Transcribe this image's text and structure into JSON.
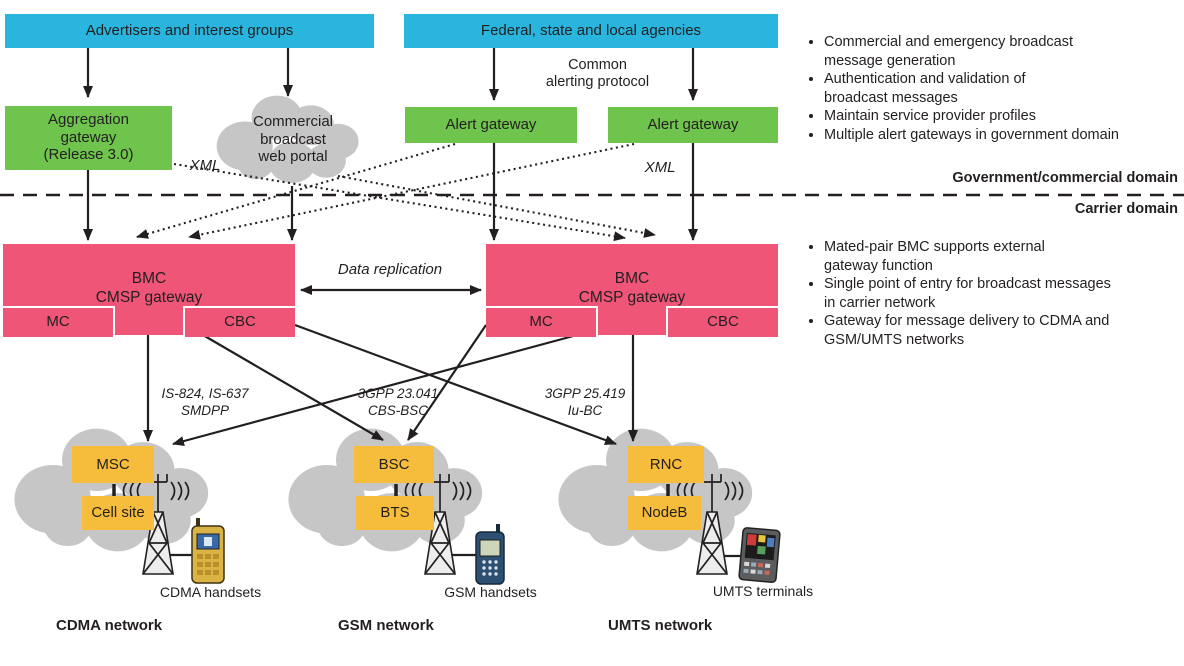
{
  "colors": {
    "cyan": "#29b5dd",
    "green": "#6ec44c",
    "pink": "#ee5577",
    "orange": "#f6bc3c",
    "cloud": "#c6c6c6",
    "ink": "#231f20"
  },
  "top_row": {
    "advertisers": "Advertisers and interest groups",
    "agencies": "Federal, state and local agencies"
  },
  "gov_layer": {
    "aggregation_gateway": "Aggregation\ngateway\n(Release 3.0)",
    "web_portal": "Commercial\nbroadcast\nweb portal",
    "alert_gateway_1": "Alert gateway",
    "alert_gateway_2": "Alert gateway",
    "common_alerting_protocol": "Common\nalerting protocol",
    "xml_left": "XML",
    "xml_right": "XML"
  },
  "domain_divider": {
    "above": "Government/commercial domain",
    "below": "Carrier domain"
  },
  "bmc": {
    "left": {
      "title": "BMC\nCMSP gateway",
      "mc": "MC",
      "cbc": "CBC"
    },
    "right": {
      "title": "BMC\nCMSP gateway",
      "mc": "MC",
      "cbc": "CBC"
    },
    "data_replication": "Data replication"
  },
  "protocol_labels": {
    "cdma": "IS-824, IS-637\nSMDPP",
    "gsm": "3GPP 23.041\nCBS-BSC",
    "umts": "3GPP 25.419\nIu-BC"
  },
  "networks": {
    "cdma": {
      "node_top": "MSC",
      "node_bottom": "Cell site",
      "devices": "CDMA handsets",
      "name": "CDMA network"
    },
    "gsm": {
      "node_top": "BSC",
      "node_bottom": "BTS",
      "devices": "GSM handsets",
      "name": "GSM network"
    },
    "umts": {
      "node_top": "RNC",
      "node_bottom": "NodeB",
      "devices": "UMTS terminals",
      "name": "UMTS network"
    }
  },
  "annotations": {
    "gov_bullets": [
      "Commercial and emergency broadcast\nmessage generation",
      "Authentication and validation of\nbroadcast messages",
      "Maintain service provider profiles",
      "Multiple alert gateways in government domain"
    ],
    "carrier_bullets": [
      "Mated-pair BMC supports external\ngateway function",
      "Single point of entry for broadcast messages\nin carrier network",
      "Gateway for message delivery to CDMA and\nGSM/UMTS networks"
    ]
  }
}
